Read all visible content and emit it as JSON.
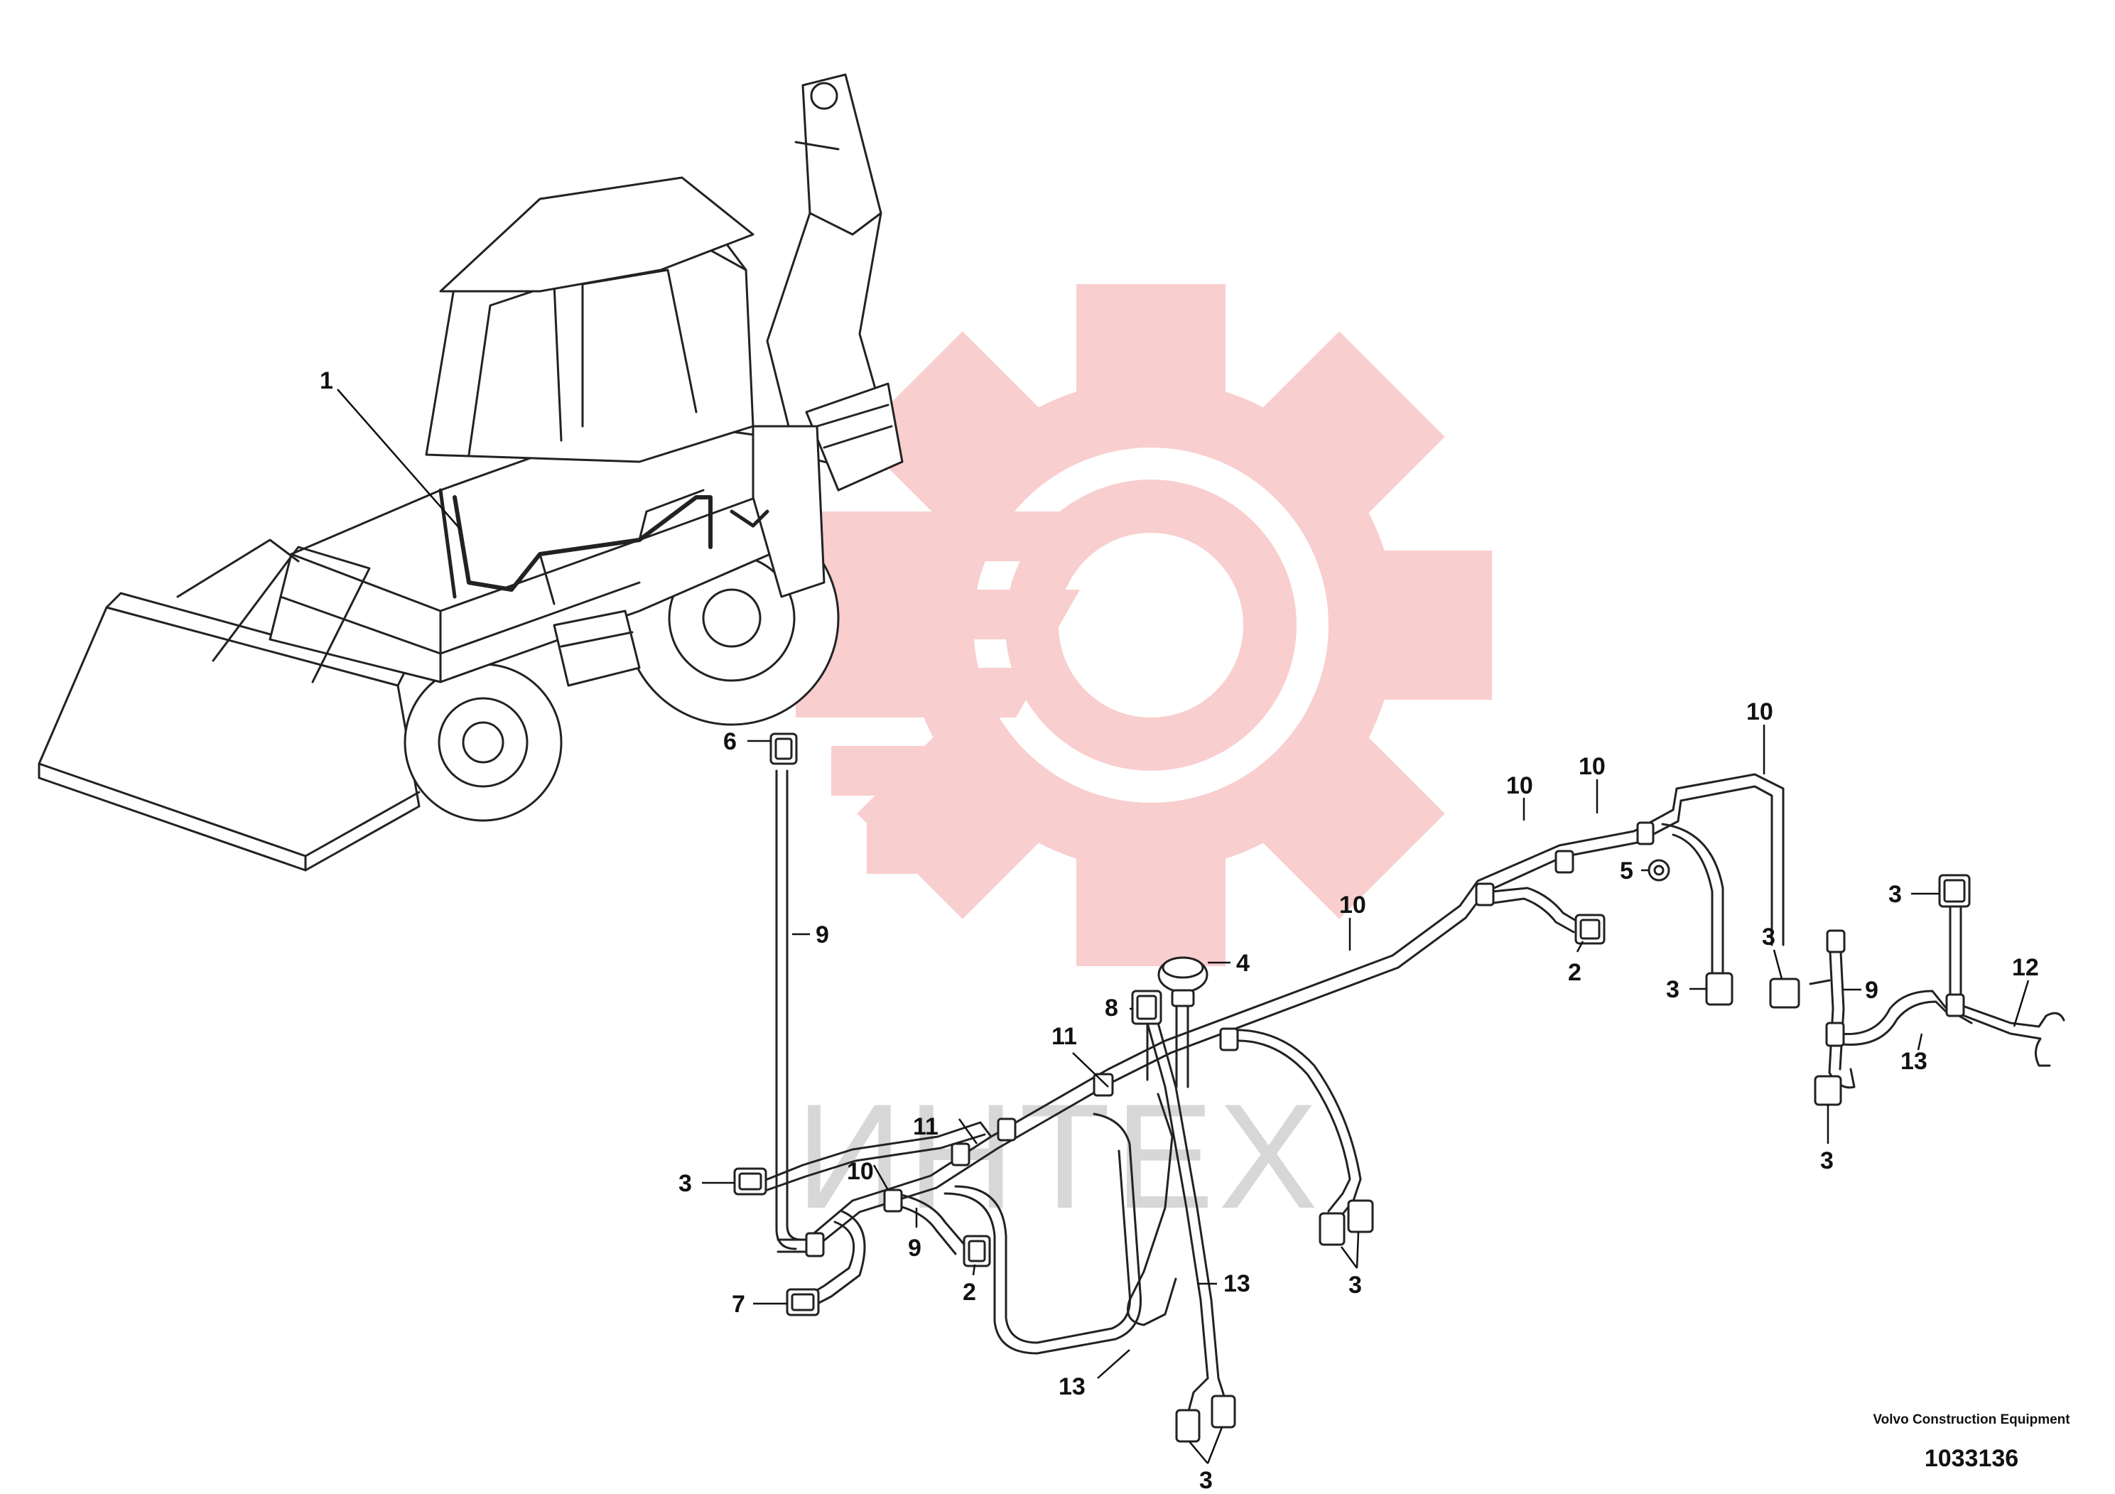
{
  "watermark": {
    "text": "ИНТЕХ",
    "color": "#f9cccc",
    "text_color": "#d7d7d7"
  },
  "callouts": {
    "c1": "1",
    "c2a": "2",
    "c2b": "2",
    "c3a": "3",
    "c3b": "3",
    "c3c": "3",
    "c3d": "3",
    "c3e": "3",
    "c3f": "3",
    "c4": "4",
    "c5": "5",
    "c6": "6",
    "c7": "7",
    "c8": "8",
    "c9a": "9",
    "c9b": "9",
    "c9c": "9",
    "c10a": "10",
    "c10b": "10",
    "c10c": "10",
    "c10d": "10",
    "c10e": "10",
    "c11a": "11",
    "c11b": "11",
    "c12": "12",
    "c13a": "13",
    "c13b": "13",
    "c13c": "13"
  },
  "footer": {
    "company": "Volvo Construction Equipment",
    "drawing_id": "1033136"
  },
  "icons": [
    "gear-logo-watermark",
    "backhoe-loader-illustration",
    "connector-icon"
  ]
}
